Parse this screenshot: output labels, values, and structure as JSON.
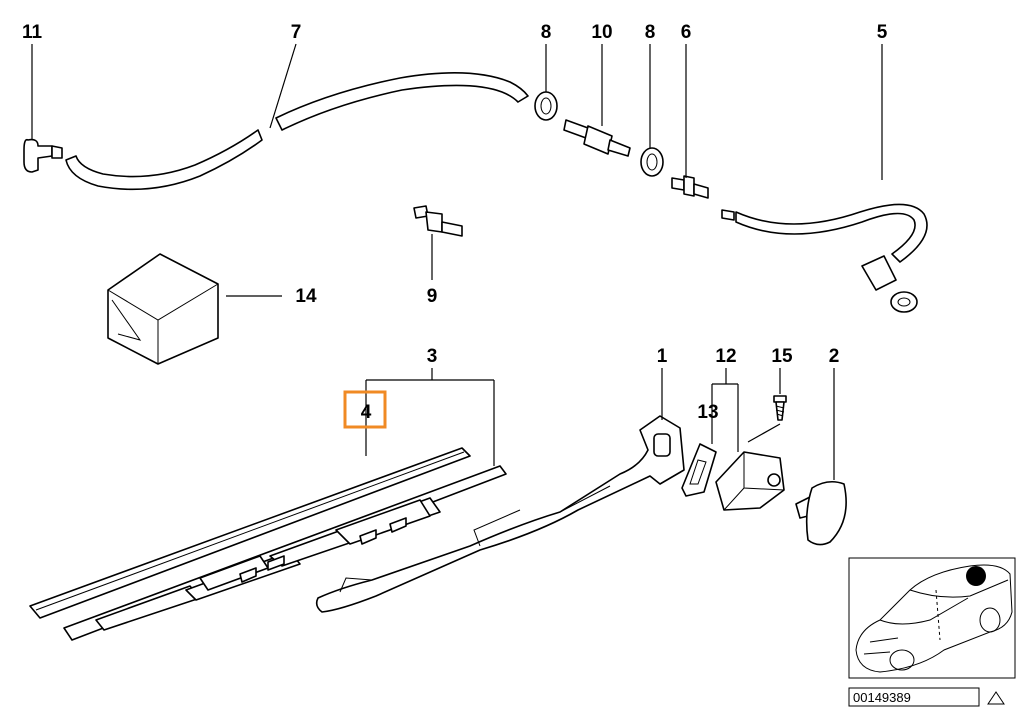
{
  "labels": {
    "p1": "1",
    "p2": "2",
    "p3": "3",
    "p4": "4",
    "p5": "5",
    "p6": "6",
    "p7": "7",
    "p8a": "8",
    "p8b": "8",
    "p9": "9",
    "p10": "10",
    "p11": "11",
    "p12": "12",
    "p13": "13",
    "p14": "14",
    "p15": "15"
  },
  "highlight_color": "#f08a24",
  "reference_number": "00149389"
}
